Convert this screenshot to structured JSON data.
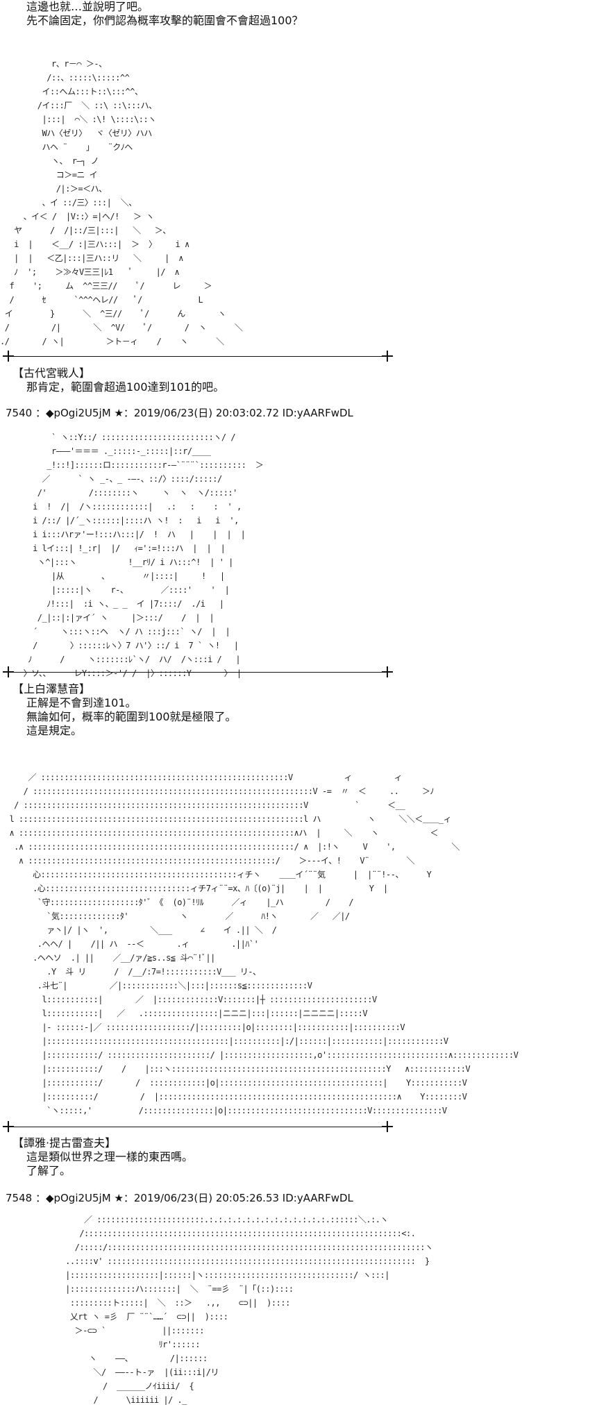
{
  "top_lines": [
    "這邊也就…並說明了吧。",
    "先不論固定，你們認為概率攻擊的範圍會不會超過100？"
  ],
  "art1": [
    "           r、r－⌒ ＞-、",
    "          /::、:::::\\:::::^^",
    "         イ::へム:::ト::\\:::^^、",
    "        /イ:::厂  ＼ ::\\ ::\\:::ハ、",
    "         |:::|  ⌒＼ :\\! \\::::\\::ヽ",
    "         Wハ〈ゼリ〉  ヾ〈ゼリ〉ハハ",
    "         ハヘ ¨    」   ¨クﾉヘ",
    "           ヽ、 r―┐ ノ",
    "            コ＞=ニ イ",
    "            /|:＞=＜ハ、",
    "         、イ ::/三〉:::|  ＼、",
    "     、イ＜ /  |V::〉=|ヘ/!   ＞ ヽ",
    "   ヤ      /  /|::/三|:::|   ＼   ＞、",
    "   i  |    ＜__/ :|三ハ:::|  ＞  〉    i ∧",
    "   |  |   ＜乙|:::|三ハ::リ   ＼     |  ∧",
    "   ﾉ  ';    ＞≫々V三三|ﾚ1    ﾟ     |/  ∧",
    "  f    ';     ム  ^^三三//    ﾟ/      レ     ＞",
    "  /      ｾ      `^^^ヘレ//    ﾟ/            L",
    " イ        }      ＼  ^三//    ﾟ/      ん       ヽ",
    " /         /|       ＼  ^V/    ﾟ/       /  ヽ      ＼",
    "./       / ヽ|         ＞ト－ィ    /    ヽ      ＼"
  ],
  "speaker1": "【古代宮戦人】",
  "dialog1": [
    "那肯定，範圍會超過100達到101的吧。"
  ],
  "post1": "7540 ：◆pOgi2U5jM ★：2019/06/23(日) 20:03:02.72 ID:yAARFwDL",
  "art2": [
    "           ` ヽ::Y::/ ::::::::::::::::::::::::ヽ/ /",
    "           r―――'＝＝＝ ._:::::-_:::::|::r/____",
    "          _!::!]::::::ロ:::::::::::r-―`¨¨¨`::::::::::  ＞",
    "         ／      ` ヽ _-、_ -―-、::/〉::::/:::::/",
    "        /'         /::::::::ヽ     ヽ  ヽ  ヽ/:::::'",
    "       i  !  /|  /ヽ::::::::::::|   .:   :    :  ' ,",
    "       i /::/ |/´_ヽ::::::|::::ハ ヽ!  :   i   i  ',",
    "       i i:::ハrァ'ー!:::ハ:::|/  !  ハ   |    |  |  |",
    "       i lイ:::| !_:r|  |/   ｨ=':=!:::ハ  |  |  |",
    "        ヽ^|:::ヽ           !__rﾘ/ i ハ:::^!  | ' |",
    "           |从        、       〃|::::|     !   |",
    "           |:::::|ヽ    r‐、       ／::::'    '  |",
    "          ﾉ!:::|  :i ヽ、_ _  イ |7::::/  ./i   |",
    "        /_|::|:|ァイ´ ヽ     |＞:::/    /  |  |",
    "       ´     ヽ:::ヽ::ヘ  ヽ/ ハ :::j:::` ヽ/  |  |",
    "       /       〉::::::ﾚヽ〉7 ハ'〉::/ i  7 ` ヽ!   |",
    "      ﾉ      /     ヽ:::::::ﾚ`ヽ/  ハ/  /ヽ:::i /   |",
    "     〉ソ、、     レY::::＞-'/ /  |〉::::::Y       〉 |"
  ],
  "speaker2": "【上白澤慧音】",
  "dialog2": [
    "正解是不會到達101。",
    "無論如何，概率的範圍到100就是極限了。",
    "這是規定。"
  ],
  "art3": [
    "      ／ :::::::::::::::::::::::::::::::::::::::::::::::::::::V           ィ         ィ",
    "     / ::::::::::::::::::::::::::::::::::::::::::::::::::::::::::::V -=  〃  ＜     ..     ＞ﾉ",
    "   / ::::::::::::::::::::::::::::::::::::::::::::::::::::::::::::V          `      ＜__",
    "  l :::::::::::::::::::::::::::::::::::::::::::::::::::::::::::::l ハ          ヽ     ＼＼＜＿＿_ィ",
    "  ∧ :::::::::::::::::::::::::::::::::::::::::::::::::::::::::::∧ハ  |     ＼    ヽ           ＜",
    "   .∧ :::::::::::::::::::::::::::::::::::::::::::::::::::::::::/ ∧  |:!ヽ     V    ',            ＼",
    "    ∧ :::::::::::::::::::::::::::::::::::::::::::::::::::::/    ＞---イ、!    V¨        ＼",
    "       心::::::::::::::::::::::::::::::::::::::::::ィチヽ    ＿＿イ´¨¨気      |  |¨¨!-‐、     Y",
    "       .心:::::::::::::::::::::::::::::::ィチ7ィ¨¨=x、ﾊ〔(o)¨j|    |  |          Y  |",
    "        `守:::::::::::::::::::ﾀ'゛《  (o)¨!ﾘﾙ      ／ィ    |_ハ         /    /",
    "          `気:::::::::::::ﾀ'           ヽ        ／      ﾊ!ヽ       ／   ／|/",
    "          ァ丶|/ |ヽ  ',         ＼___      ∠    イ .|| ＼  /",
    "        .ヘヘ/ |    /|| ハ  --＜       .ィ         .||ﾊ`'",
    "       .ヘヘソ  .| ||    ／__/ァ/≧s..s≦ 斗⌒¨!ﾞ||",
    "          .Y  斗 リ      /  /__/:7=!:::::::::::V___ リ-、",
    "        .斗七¨|         ／|::::::::::::＼|:::|::::::s≦:::::::::::::V",
    "         l:::::::::::|       ／  |:::::::::::::V:::::::|┼ ::::::::::::::::::::::V",
    "         l:::::::::::|   ／   .::::::::::::::::|ニニニ|:::|::::::|ニニニニ|:::::V",
    "         |- ::::::-|／ ::::::::::::::::::/|:::::::::|o|::::::::|:::::::::::|::::::::::V",
    "         |:::::::::::::::::::::::::::::::::::::::|::::::::::|:/|::::::|:::::::::::|::::::::::::V",
    "         |:::::::::::/ ::::::::::::::::::::::/ |:::::::::::::::::::,o'::::::::::::::::::::::::::∧:::::::::::::V",
    "         |:::::::::::/    /    |:::ヽ::::::::::::::::::::::::::::::::::::::::::::::Y   ∧::::::::::::V",
    "         |:::::::::::/       /  ::::::::::::|o|:::::::::::::::::::::::::::::::::::|    Y:::::::::::V",
    "         |::::::::::/         /  |:::::::::::::::::::::::::::::::::::::::::::::::::::∧    Y::::::::V",
    "          `ヽ:::::,'          /:::::::::::::::|o|::::::::::::::::::::::::::::::V:::::::::::::::V"
  ],
  "speaker3": "【譚雅·提古雷查夫】",
  "dialog3": [
    "這是類似世界之理一樣的東西嗎。",
    "了解了。"
  ],
  "post2": "7548 ：◆pOgi2U5jM ★：2019/06/23(日) 20:05:26.53 ID:yAARFwDL",
  "art4": [
    "                  ／ :::::::::::::::::::::::.:.:.:.:.:.:.:.:.:.:.:.:.:.::::::＼.:.ヽ",
    "                 /::::::::::::::::::::::::::::::::::::::::::::::::::::::::::::::::::::<:.",
    "                /:::::/::::::::::::::::::::::::::::::::::::::::::::::::::::::::::::::::::::ヽ",
    "              ..::::v' ::::::::::::::::::::::::::::::::::::::::::::::::::::::::::::::::::  }",
    "              |:::::::::::::::::::|::::::|ヽ::::::::::::::::::::::::::::::::/ ヽ:::|",
    "              |::::::::::::::ハ:::::::|  ＼  ¨==彡  ¨|「(::)::::",
    "               :::::::::ト:::::|  ＼  ::＞   .,,    ⊂⊃||  )::::",
    "               乂rt ヽ =彡  厂 ¨¨`……´  ⊂⊃||  )::::",
    "                ＞-⊂⊃ `            ||:::::::",
    "                                  ﾘr'::::::",
    "                   ヽ    ――、        /|::::::",
    "                    ＼/  ――--ト-ァ  |(ii:::i|/リ",
    "                      /  ______ノｲiiii/  {",
    "                    /      \\iiiiii |/ ._"
  ]
}
